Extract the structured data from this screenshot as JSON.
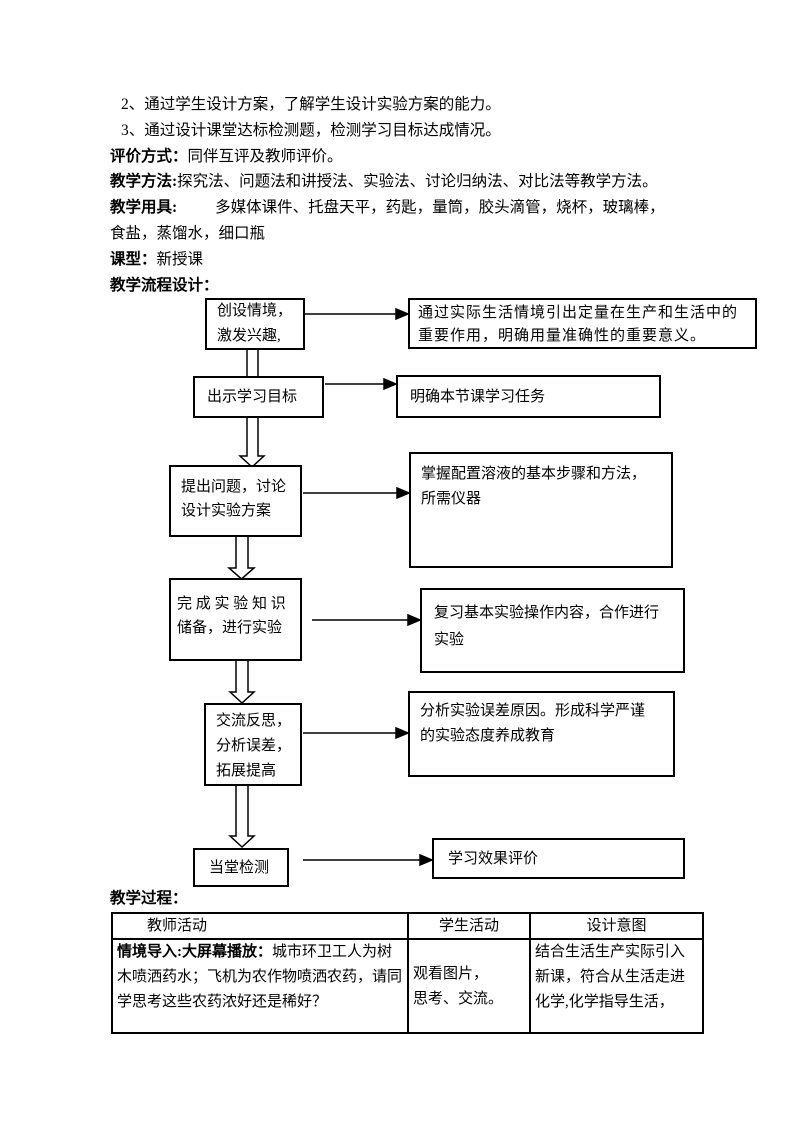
{
  "document": {
    "lines": {
      "item2": "2、通过学生设计方案，了解学生设计实验方案的能力。",
      "item3": "3、通过设计课堂达标检测题，检测学习目标达成情况。",
      "evaluation_label": "评价方式：",
      "evaluation_text": "同伴互评及教师评价。",
      "methods_label": "教学方法:",
      "methods_text": "探究法、问题法和讲授法、实验法、讨论归纳法、对比法等教学方法。",
      "tools_label": "教学用具:",
      "tools_text_line1": "多媒体课件、托盘天平，药匙，量筒，胶头滴管，烧杯，玻璃棒，",
      "tools_text_line2": "食盐，蒸馏水，细口瓶",
      "course_type_label": "课型：",
      "course_type_text": "新授课",
      "flow_design_title": "教学流程设计：",
      "teaching_process_title": "教学过程："
    }
  },
  "flowchart": {
    "steps": [
      {
        "label": "创设情境，\n激发兴趣,",
        "note": "通过实际生活情境引出定量在生产和生活中的\n重要作用，明确用量准确性的重要意义。"
      },
      {
        "label": "出示学习目标",
        "note": "明确本节课学习任务"
      },
      {
        "label": "提出问题，讨论\n设计实验方案",
        "note": "掌握配置溶液的基本步骤和方法，\n所需仪器"
      },
      {
        "label": "完 成 实 验 知 识\n储备，进行实验",
        "note": "复习基本实验操作内容，合作进行\n实验"
      },
      {
        "label": "交流反思，\n分析误差，\n拓展提高",
        "note": "分析实验误差原因。形成科学严谨\n的实验态度养成教育"
      },
      {
        "label": "当堂检测",
        "note": "学习效果评价"
      }
    ]
  },
  "process_table": {
    "headers": [
      "教师活动",
      "学生活动",
      "设计意图"
    ],
    "rows": [
      {
        "teacher_activity_bold": "情境导入:大屏幕播放：",
        "teacher_activity": "城市环卫工人为树木喷洒药水；飞机为农作物喷洒农药，请同学思考这些农药浓好还是稀好？",
        "student_activity": "观看图片，\n思考、交流。",
        "design_intent": "结合生活生产实际引入新课，符合从生活走进化学,化学指导生活，"
      }
    ]
  }
}
